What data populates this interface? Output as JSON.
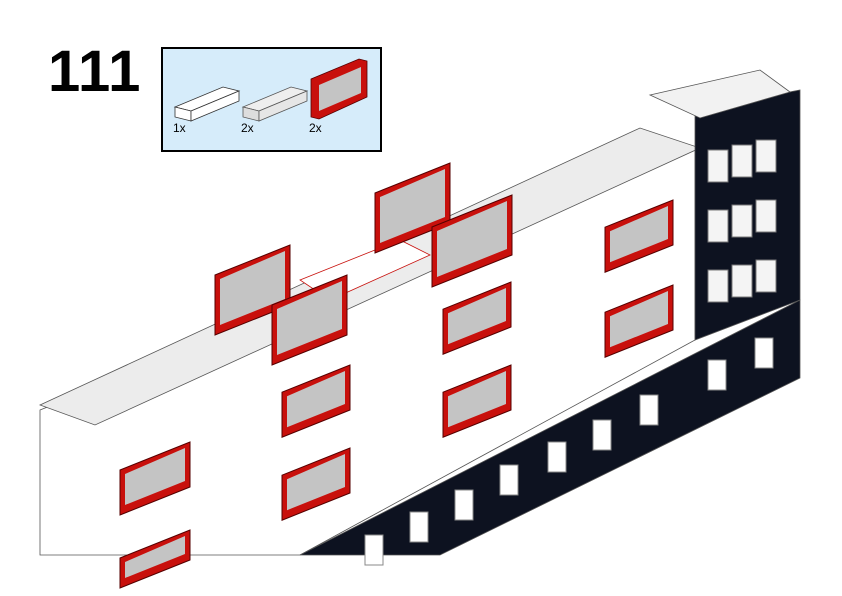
{
  "step_number": "111",
  "parts_list": [
    {
      "part": "white-brick-1x6",
      "quantity": "1x",
      "color": "#ffffff"
    },
    {
      "part": "trans-clear-brick-1x6",
      "quantity": "2x",
      "color": "#e4e4e4"
    },
    {
      "part": "red-window-frame-1x6",
      "quantity": "2x",
      "color": "#c8100c"
    }
  ],
  "colors": {
    "parts_bg": "#d6ecfa",
    "red": "#c8100c",
    "black": "#0d1220",
    "glass": "#c4c4c4"
  }
}
